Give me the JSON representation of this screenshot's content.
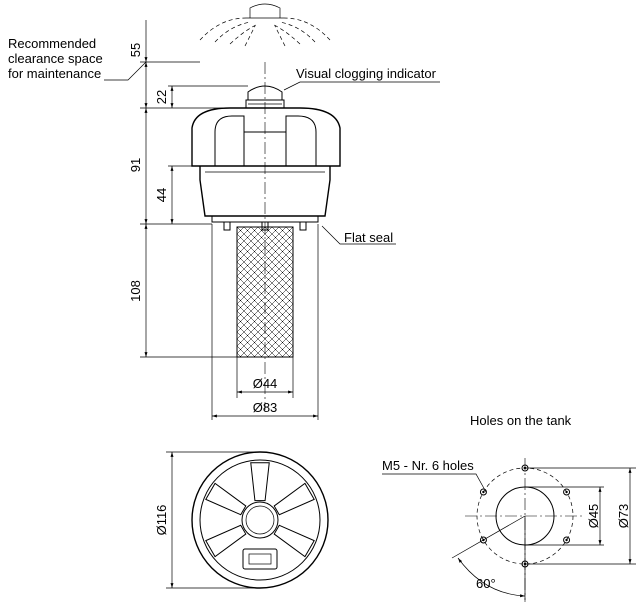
{
  "labels": {
    "maintenance_line1": "Recommended",
    "maintenance_line2": "clearance space",
    "maintenance_line3": "for maintenance",
    "indicator": "Visual clogging indicator",
    "flat_seal": "Flat seal",
    "holes_title": "Holes on the tank",
    "holes_note": "M5 - Nr. 6 holes"
  },
  "dimensions": {
    "clearance": "55",
    "indicator_height": "22",
    "head_height": "91",
    "bowl_height": "44",
    "element_length": "108",
    "element_diameter": "Ø44",
    "bowl_diameter": "Ø83",
    "head_diameter": "Ø116",
    "hole_inner_diameter": "Ø45",
    "hole_pitch_diameter": "Ø73",
    "hole_angle": "60°"
  }
}
